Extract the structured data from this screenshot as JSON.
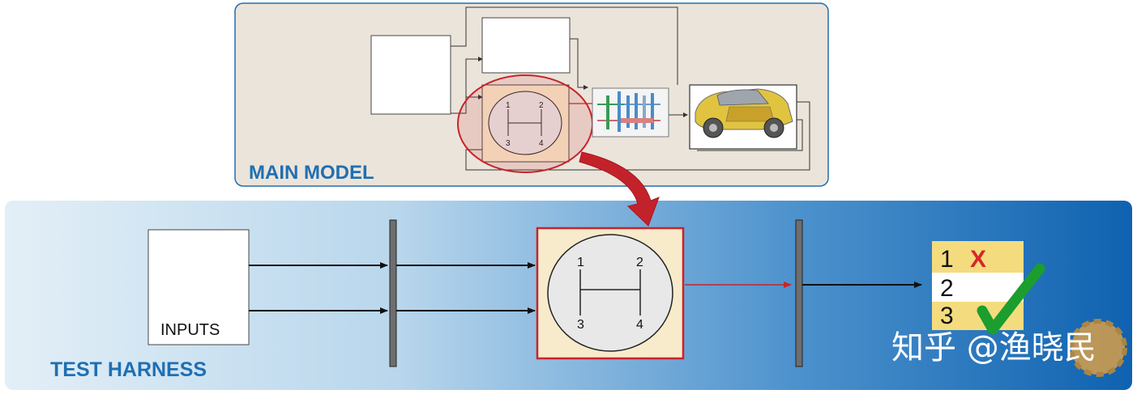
{
  "main_model": {
    "label": "MAIN MODEL",
    "shifter_positions": [
      "1",
      "2",
      "3",
      "4"
    ]
  },
  "test_harness": {
    "label": "TEST HARNESS",
    "inputs_label": "INPUTS",
    "shifter_positions": [
      "1",
      "2",
      "3",
      "4"
    ],
    "results": [
      {
        "number": "1",
        "mark": "X",
        "mark_color": "#d8262b",
        "row_color": "#f4dc7e"
      },
      {
        "number": "2",
        "mark": "",
        "row_color": "#ffffff"
      },
      {
        "number": "3",
        "mark": "",
        "row_color": "#f4dc7e"
      }
    ],
    "check_icon_color": "#1b9e2e"
  },
  "watermark": "知乎 @渔晓民",
  "colors": {
    "main_panel_bg": "#ebe4da",
    "panel_border": "#1f6fb2",
    "highlight_red": "#c8232a",
    "shifter_fill": "#f7ebcc"
  }
}
